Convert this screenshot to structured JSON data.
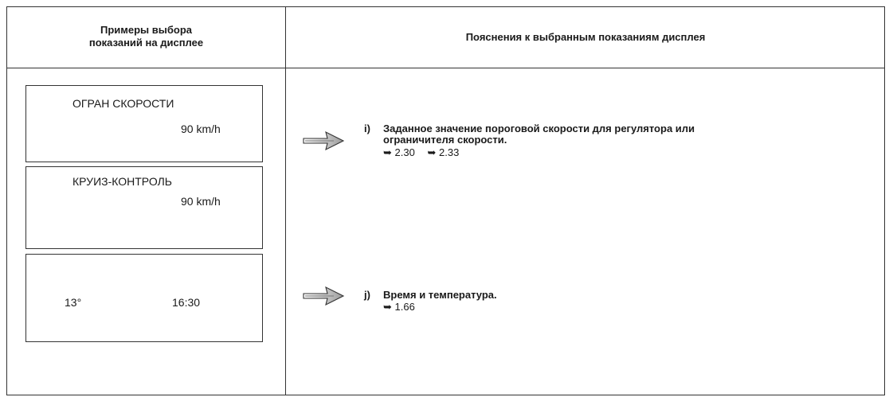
{
  "header": {
    "left_line1": "Примеры выбора",
    "left_line2": "показаний на дисплее",
    "right": "Пояснения к выбранным показаниям дисплея"
  },
  "displays": [
    {
      "title": "ОГРАН СКОРОСТИ",
      "value": "90 km/h"
    },
    {
      "title": "КРУИЗ-КОНТРОЛЬ",
      "value": "90 km/h"
    },
    {
      "temperature": "13°",
      "time": "16:30"
    }
  ],
  "notes": [
    {
      "letter": "i)",
      "line1": "Заданное значение пороговой скорости для регулятора или",
      "line2": "ограничителя скорости.",
      "refs": [
        "2.30",
        "2.33"
      ]
    },
    {
      "letter": "j)",
      "line1": "Время и температура.",
      "refs": [
        "1.66"
      ]
    }
  ],
  "icons": {
    "pointer": "hollow-arrow-icon",
    "reference": "reference-arrow-icon"
  }
}
